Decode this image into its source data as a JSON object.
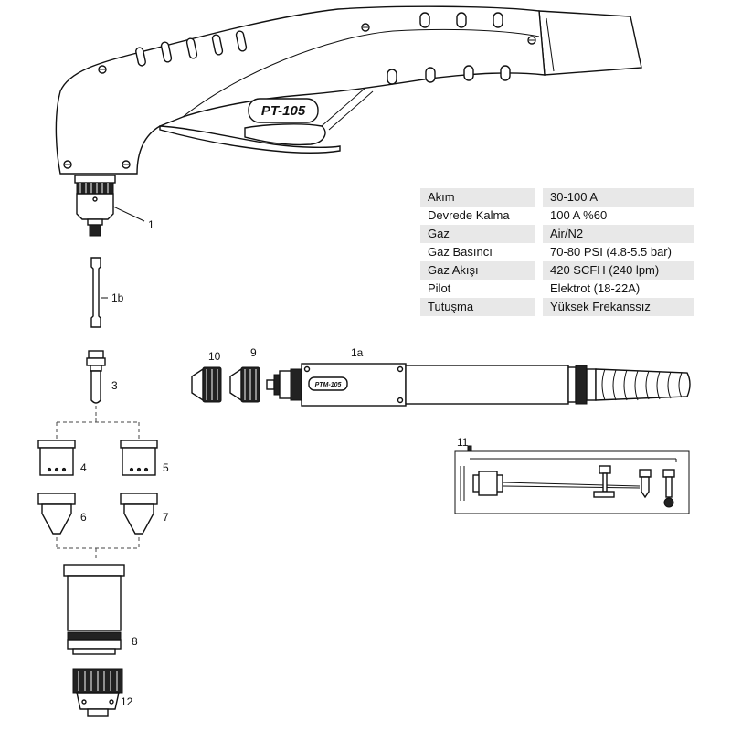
{
  "torch": {
    "model_label": "PT-105",
    "head_model_label": "PTM-105"
  },
  "part_labels": {
    "p1": "1",
    "p1b": "1b",
    "p1a": "1a",
    "p3": "3",
    "p4": "4",
    "p5": "5",
    "p6": "6",
    "p7": "7",
    "p8": "8",
    "p9": "9",
    "p10": "10",
    "p11": "11",
    "p12": "12"
  },
  "specs": [
    {
      "key": "Akım",
      "value": "30-100 A"
    },
    {
      "key": "Devrede Kalma",
      "value": "100 A %60"
    },
    {
      "key": "Gaz",
      "value": "Air/N2"
    },
    {
      "key": "Gaz Basıncı",
      "value": "70-80 PSI (4.8-5.5 bar)"
    },
    {
      "key": "Gaz Akışı",
      "value": "420 SCFH (240 lpm)"
    },
    {
      "key": "Pilot",
      "value": "Elektrot (18-22A)"
    },
    {
      "key": "Tutuşma",
      "value": "Yüksek Frekanssız"
    }
  ]
}
